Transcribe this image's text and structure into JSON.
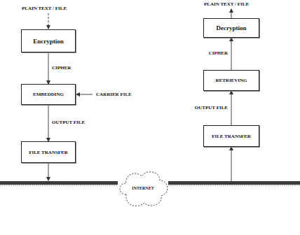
{
  "diagram": {
    "nodes": [
      {
        "text": [
          "Encryption"
        ]
      },
      {
        "text": [
          "EMBEDDING"
        ]
      },
      {
        "text": [
          "FILE TRANSFER"
        ]
      },
      {
        "text": [
          "Decryption"
        ]
      },
      {
        "text": [
          "RETRIEVING"
        ]
      },
      {
        "text": [
          "FILE TRANSFER"
        ]
      },
      {
        "text": [
          "INTERNET"
        ]
      }
    ],
    "edges": [
      {
        "from": 0,
        "to": 1,
        "label": "CIPHER",
        "arrow": "to"
      },
      {
        "from": 1,
        "to": 2,
        "label": "OUTPUT FILE",
        "arrow": "to"
      },
      {
        "from": 5,
        "to": 4,
        "label": "OUTPUT FILE",
        "arrow": "to"
      },
      {
        "from": 4,
        "to": 3,
        "label": "CIPHER",
        "arrow": "to"
      }
    ],
    "labels": [
      "PLAIN TEXT / FILE",
      "CARRIER FILE",
      "PLAIN TEXT / FILE"
    ]
  }
}
